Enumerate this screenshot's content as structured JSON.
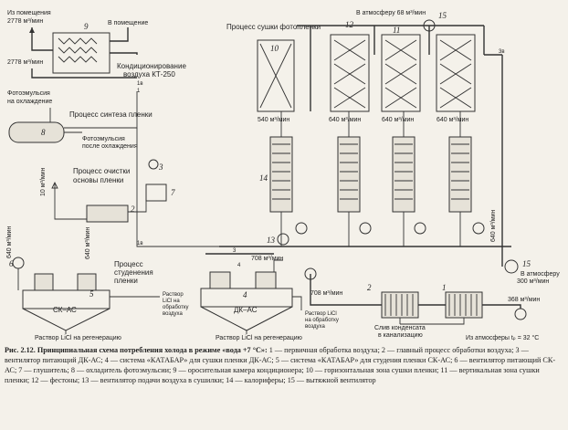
{
  "labels": {
    "room_in": "Из помещения",
    "flow_2778_a": "2778 м³/мин",
    "to_room": "В помещение",
    "flow_2778_b": "2778 м³/мин",
    "conditioning": "Кондиционирование",
    "air_kt": "воздуха КТ-250",
    "emulsion_cool": "Фотоэмульсия",
    "emulsion_cool2": "на охлаждение",
    "synth": "Процесс синтеза пленки",
    "emulsion_after": "Фотоэмульсия",
    "emulsion_after2": "после охлаждения",
    "purify": "Процесс очистки",
    "purify2": "основы пленки",
    "flow_10": "10 м³/мин",
    "flow_640_left": "640 м³/мин",
    "flow_640_a": "640 м³/мин",
    "gelling": "Процесс",
    "gelling2": "студенения",
    "gelling3": "пленки",
    "licl_sol": "Раствор",
    "licl_sol2": "LiCl на",
    "licl_sol3": "обработку",
    "licl_sol4": "воздуха",
    "ck_ac": "СК–АС",
    "dk_ac": "ДК–АС",
    "regen_1": "Раствор LiCl на регенерацию",
    "regen_2": "Раствор LiCl на регенерацию",
    "drying": "Процесс сушки фотопленки",
    "to_atm_68": "В атмосферу 68 м³/мин",
    "flow_540": "540 м³/мин",
    "flow_640_b": "640 м³/мин",
    "flow_640_c": "640 м³/мин",
    "flow_640_d": "640 м³/мин",
    "flow_708": "708 м³/мин",
    "flow_708_b": "708 м³/мин",
    "licl_sol_r": "Раствор LiCl",
    "licl_sol_r2": "на обработку",
    "licl_sol_r3": "воздуха",
    "flow_640_e": "640 м³/мин",
    "to_atm": "В атмосферу",
    "flow_300": "300 м³/мин",
    "flow_368": "368 м³/мин",
    "condensate": "Слив конденсата",
    "condensate2": "в канализацию",
    "from_atm": "Из атмосферы tₚ = 32 °С",
    "line_1v": "1в",
    "line_3v": "3в",
    "line_4": "4",
    "line_1": "1",
    "line_3": "3"
  },
  "numbers": {
    "n1": "1",
    "n2": "2",
    "n3": "3",
    "n4": "4",
    "n5": "5",
    "n6": "6",
    "n7": "7",
    "n8": "8",
    "n9": "9",
    "n10": "10",
    "n11": "11",
    "n12": "12",
    "n13": "13",
    "n14": "14",
    "n15": "15",
    "n15b": "15",
    "n2b": "2"
  },
  "caption": {
    "title": "Рис. 2.12. Принципиальная схема потребления холода в режиме «вода +7 °С»:",
    "body": "1 — первичная обработка воздуха; 2 — главный процесс обработки воздуха; 3 — вентилятор питающий ДК-АС; 4 — система «КАТАБАР» для сушки пленки ДК-АС; 5 — система «КАТАБАР» для студения пленки СК-АС; 6 — вентилятор питающий СК-АС; 7 — глушитель; 8 — охладитель фотоэмульсии; 9 — оросительная камера кондиционера; 10 — горизонтальная зона сушки пленки; 11 — вертикальная зона сушки пленки; 12 — фестоны; 13 — вентилятор подачи воздуха в сушилки; 14 — калориферы; 15 — вытяжной вентилятор"
  }
}
